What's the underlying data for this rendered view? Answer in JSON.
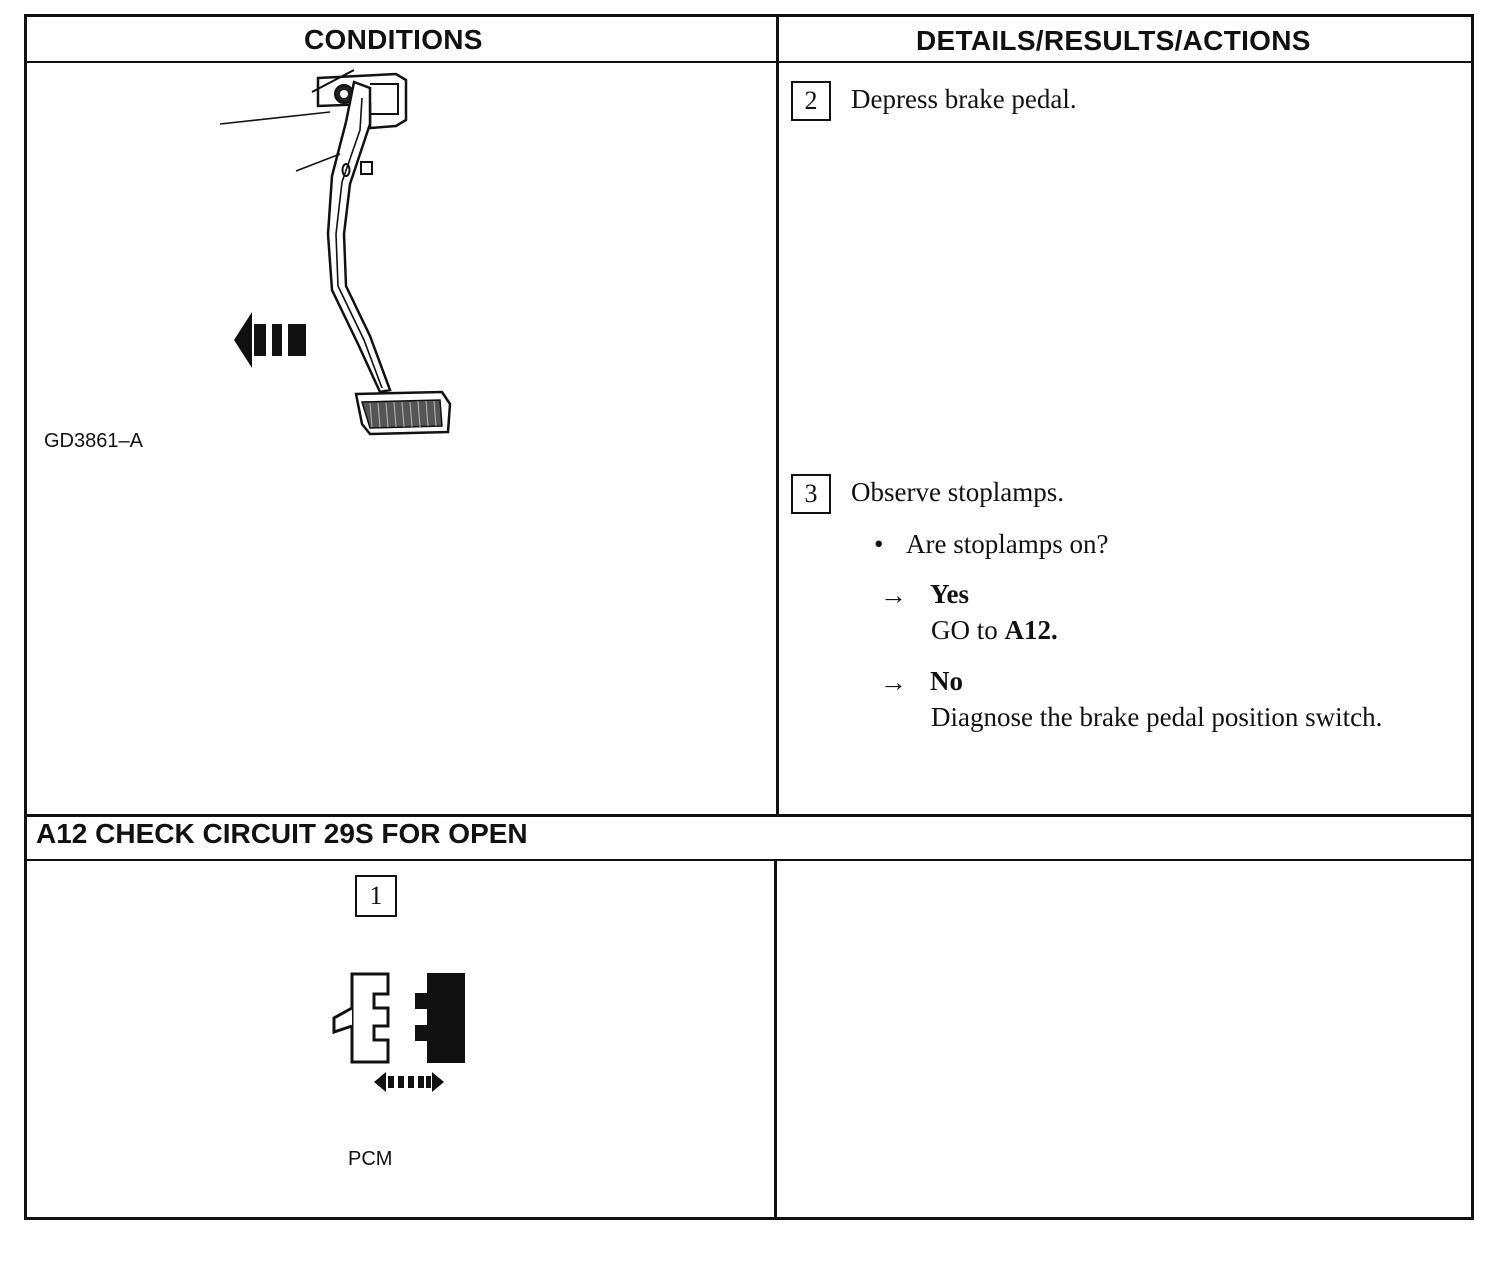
{
  "table": {
    "col1_header": "CONDITIONS",
    "col2_header": "DETAILS/RESULTS/ACTIONS"
  },
  "figure_pedal": {
    "icon": "brake-pedal-illustration",
    "caption": "GD3861–A"
  },
  "step2": {
    "number": "2",
    "text": "Depress brake pedal."
  },
  "step3": {
    "number": "3",
    "text": "Observe stoplamps.",
    "bullet": "Are stoplamps on?",
    "yes_label": "Yes",
    "yes_action_prefix": "GO to",
    "yes_action_target": "A12.",
    "no_label": "No",
    "no_action": "Diagnose the brake pedal position switch."
  },
  "section_a12": {
    "title": "A12 CHECK CIRCUIT 29S FOR OPEN",
    "step_number": "1",
    "figure_icon": "connector-disconnect-illustration",
    "caption": "PCM"
  }
}
